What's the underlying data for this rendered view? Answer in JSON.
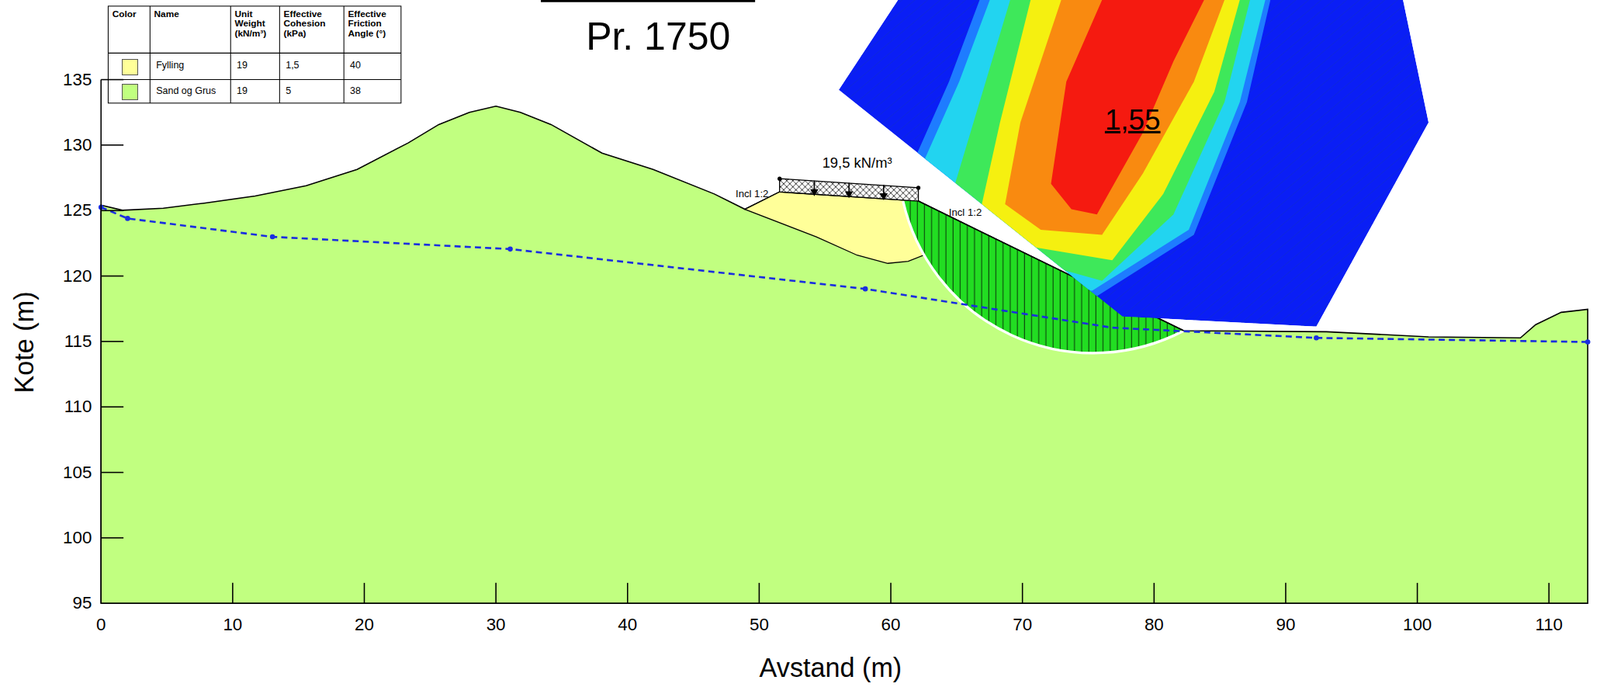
{
  "diagram": {
    "title": "Pr. 1750",
    "labels": [
      "1,55",
      "19,5 kN/m³",
      "Incl 1:2",
      "Incl 1:2",
      "Color",
      "Name",
      "Unit Weight (kN/m³)",
      "Effective Cohesion (kPa)",
      "Effective Friction Angle (°)",
      "19",
      "1,5",
      "40",
      "19",
      "5",
      "38",
      "135",
      "130",
      "125",
      "120",
      "115",
      "110",
      "105",
      "100",
      "95",
      "0",
      "10",
      "20",
      "30",
      "40",
      "50",
      "60",
      "70",
      "80",
      "90",
      "100",
      "110",
      "Kote (m)",
      "Avstand (m)"
    ],
    "legend": [
      {
        "text": "Fylling",
        "color": "#ffff99"
      },
      {
        "text": "Sand og Grus",
        "color": "#c1ff80"
      }
    ]
  }
}
